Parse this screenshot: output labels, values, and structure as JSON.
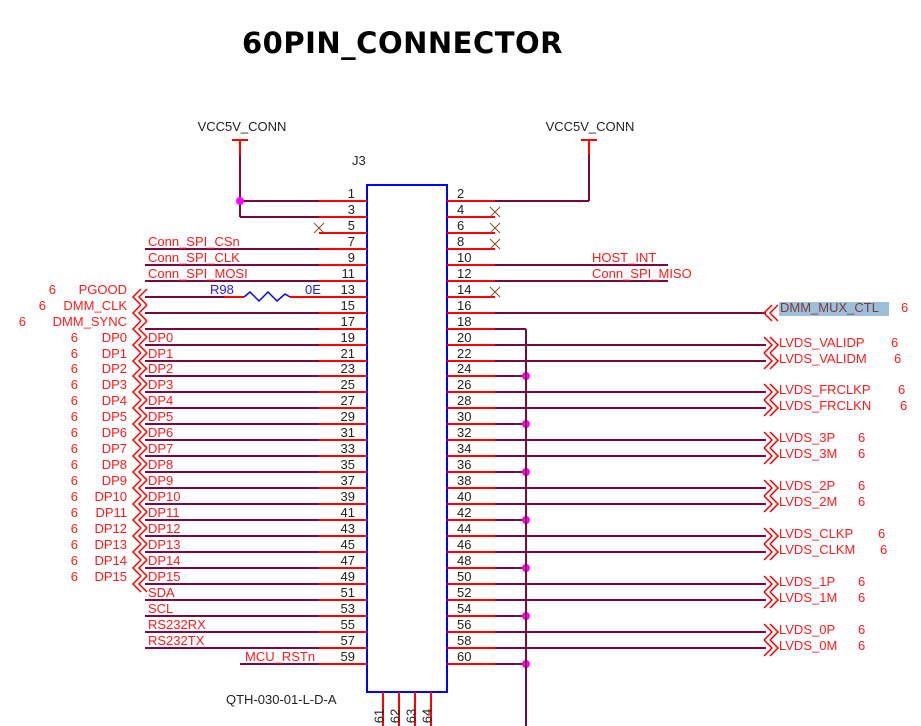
{
  "title": "60PIN_CONNECTOR",
  "component": {
    "refdes": "J3",
    "part_number": "QTH-030-01-L-D-A",
    "bottom_pins": [
      "61",
      "62",
      "63",
      "64"
    ]
  },
  "power": [
    {
      "label": "VCC5V_CONN",
      "pins": [
        "1",
        "3"
      ]
    },
    {
      "label": "VCC5V_CONN",
      "pins": [
        "2"
      ]
    }
  ],
  "resistor": {
    "refdes": "R98",
    "value": "0E",
    "pin": "13"
  },
  "left_pins": [
    {
      "pin": "1",
      "net": "",
      "type": "power"
    },
    {
      "pin": "3",
      "net": "",
      "type": "power"
    },
    {
      "pin": "5",
      "net": "",
      "type": "nc"
    },
    {
      "pin": "7",
      "net": "Conn_SPI_CSn",
      "type": "net"
    },
    {
      "pin": "9",
      "net": "Conn_SPI_CLK",
      "type": "net"
    },
    {
      "pin": "11",
      "net": "Conn_SPI_MOSI",
      "type": "net"
    },
    {
      "pin": "13",
      "net": "",
      "type": "offpage",
      "offpage": "PGOOD",
      "sheet": "6"
    },
    {
      "pin": "15",
      "net": "",
      "type": "offpage",
      "offpage": "DMM_CLK",
      "sheet": "6"
    },
    {
      "pin": "17",
      "net": "",
      "type": "offpage",
      "offpage": "DMM_SYNC",
      "sheet": "6"
    },
    {
      "pin": "19",
      "net": "DP0",
      "type": "offpage",
      "offpage": "DP0",
      "sheet": "6"
    },
    {
      "pin": "21",
      "net": "DP1",
      "type": "offpage",
      "offpage": "DP1",
      "sheet": "6"
    },
    {
      "pin": "23",
      "net": "DP2",
      "type": "offpage",
      "offpage": "DP2",
      "sheet": "6"
    },
    {
      "pin": "25",
      "net": "DP3",
      "type": "offpage",
      "offpage": "DP3",
      "sheet": "6"
    },
    {
      "pin": "27",
      "net": "DP4",
      "type": "offpage",
      "offpage": "DP4",
      "sheet": "6"
    },
    {
      "pin": "29",
      "net": "DP5",
      "type": "offpage",
      "offpage": "DP5",
      "sheet": "6"
    },
    {
      "pin": "31",
      "net": "DP6",
      "type": "offpage",
      "offpage": "DP6",
      "sheet": "6"
    },
    {
      "pin": "33",
      "net": "DP7",
      "type": "offpage",
      "offpage": "DP7",
      "sheet": "6"
    },
    {
      "pin": "35",
      "net": "DP8",
      "type": "offpage",
      "offpage": "DP8",
      "sheet": "6"
    },
    {
      "pin": "37",
      "net": "DP9",
      "type": "offpage",
      "offpage": "DP9",
      "sheet": "6"
    },
    {
      "pin": "39",
      "net": "DP10",
      "type": "offpage",
      "offpage": "DP10",
      "sheet": "6"
    },
    {
      "pin": "41",
      "net": "DP11",
      "type": "offpage",
      "offpage": "DP11",
      "sheet": "6"
    },
    {
      "pin": "43",
      "net": "DP12",
      "type": "offpage",
      "offpage": "DP12",
      "sheet": "6"
    },
    {
      "pin": "45",
      "net": "DP13",
      "type": "offpage",
      "offpage": "DP13",
      "sheet": "6"
    },
    {
      "pin": "47",
      "net": "DP14",
      "type": "offpage",
      "offpage": "DP14",
      "sheet": "6"
    },
    {
      "pin": "49",
      "net": "DP15",
      "type": "offpage",
      "offpage": "DP15",
      "sheet": "6"
    },
    {
      "pin": "51",
      "net": "SDA",
      "type": "net"
    },
    {
      "pin": "53",
      "net": "SCL",
      "type": "net"
    },
    {
      "pin": "55",
      "net": "RS232RX",
      "type": "net"
    },
    {
      "pin": "57",
      "net": "RS232TX",
      "type": "net"
    },
    {
      "pin": "59",
      "net": "MCU_RSTn",
      "type": "short"
    }
  ],
  "right_pins": [
    {
      "pin": "2",
      "net": "",
      "type": "power"
    },
    {
      "pin": "4",
      "net": "",
      "type": "nc"
    },
    {
      "pin": "6",
      "net": "",
      "type": "nc"
    },
    {
      "pin": "8",
      "net": "",
      "type": "nc"
    },
    {
      "pin": "10",
      "net": "HOST_INT",
      "type": "net"
    },
    {
      "pin": "12",
      "net": "Conn_SPI_MISO",
      "type": "net"
    },
    {
      "pin": "14",
      "net": "",
      "type": "nc"
    },
    {
      "pin": "16",
      "net": "",
      "type": "offpage-in",
      "offpage": "DMM_MUX_CTL",
      "sheet": "6",
      "selected": true
    },
    {
      "pin": "18",
      "net": "",
      "type": "gnd"
    },
    {
      "pin": "20",
      "net": "",
      "type": "offpage",
      "offpage": "LVDS_VALIDP",
      "sheet": "6"
    },
    {
      "pin": "22",
      "net": "",
      "type": "offpage",
      "offpage": "LVDS_VALIDM",
      "sheet": "6"
    },
    {
      "pin": "24",
      "net": "",
      "type": "gnd",
      "dot": true
    },
    {
      "pin": "26",
      "net": "",
      "type": "offpage",
      "offpage": "LVDS_FRCLKP",
      "sheet": "6"
    },
    {
      "pin": "28",
      "net": "",
      "type": "offpage",
      "offpage": "LVDS_FRCLKN",
      "sheet": "6"
    },
    {
      "pin": "30",
      "net": "",
      "type": "gnd",
      "dot": true
    },
    {
      "pin": "32",
      "net": "",
      "type": "offpage",
      "offpage": "LVDS_3P",
      "sheet": "6"
    },
    {
      "pin": "34",
      "net": "",
      "type": "offpage",
      "offpage": "LVDS_3M",
      "sheet": "6"
    },
    {
      "pin": "36",
      "net": "",
      "type": "gnd",
      "dot": true
    },
    {
      "pin": "38",
      "net": "",
      "type": "offpage",
      "offpage": "LVDS_2P",
      "sheet": "6"
    },
    {
      "pin": "40",
      "net": "",
      "type": "offpage",
      "offpage": "LVDS_2M",
      "sheet": "6"
    },
    {
      "pin": "42",
      "net": "",
      "type": "gnd",
      "dot": true
    },
    {
      "pin": "44",
      "net": "",
      "type": "offpage",
      "offpage": "LVDS_CLKP",
      "sheet": "6"
    },
    {
      "pin": "46",
      "net": "",
      "type": "offpage",
      "offpage": "LVDS_CLKM",
      "sheet": "6"
    },
    {
      "pin": "48",
      "net": "",
      "type": "gnd",
      "dot": true
    },
    {
      "pin": "50",
      "net": "",
      "type": "offpage",
      "offpage": "LVDS_1P",
      "sheet": "6"
    },
    {
      "pin": "52",
      "net": "",
      "type": "offpage",
      "offpage": "LVDS_1M",
      "sheet": "6"
    },
    {
      "pin": "54",
      "net": "",
      "type": "gnd",
      "dot": true
    },
    {
      "pin": "56",
      "net": "",
      "type": "offpage",
      "offpage": "LVDS_0P",
      "sheet": "6"
    },
    {
      "pin": "58",
      "net": "",
      "type": "offpage",
      "offpage": "LVDS_0M",
      "sheet": "6"
    },
    {
      "pin": "60",
      "net": "",
      "type": "gnd",
      "dot": true
    }
  ],
  "colors": {
    "wire": "#7a0a3e",
    "pin": "#ff0000",
    "body": "#0000ff",
    "junction": "#ff00ff",
    "net_label": "#ff2020",
    "nc_mark": "#8b4a2b",
    "selection": "#9ebfd9"
  }
}
